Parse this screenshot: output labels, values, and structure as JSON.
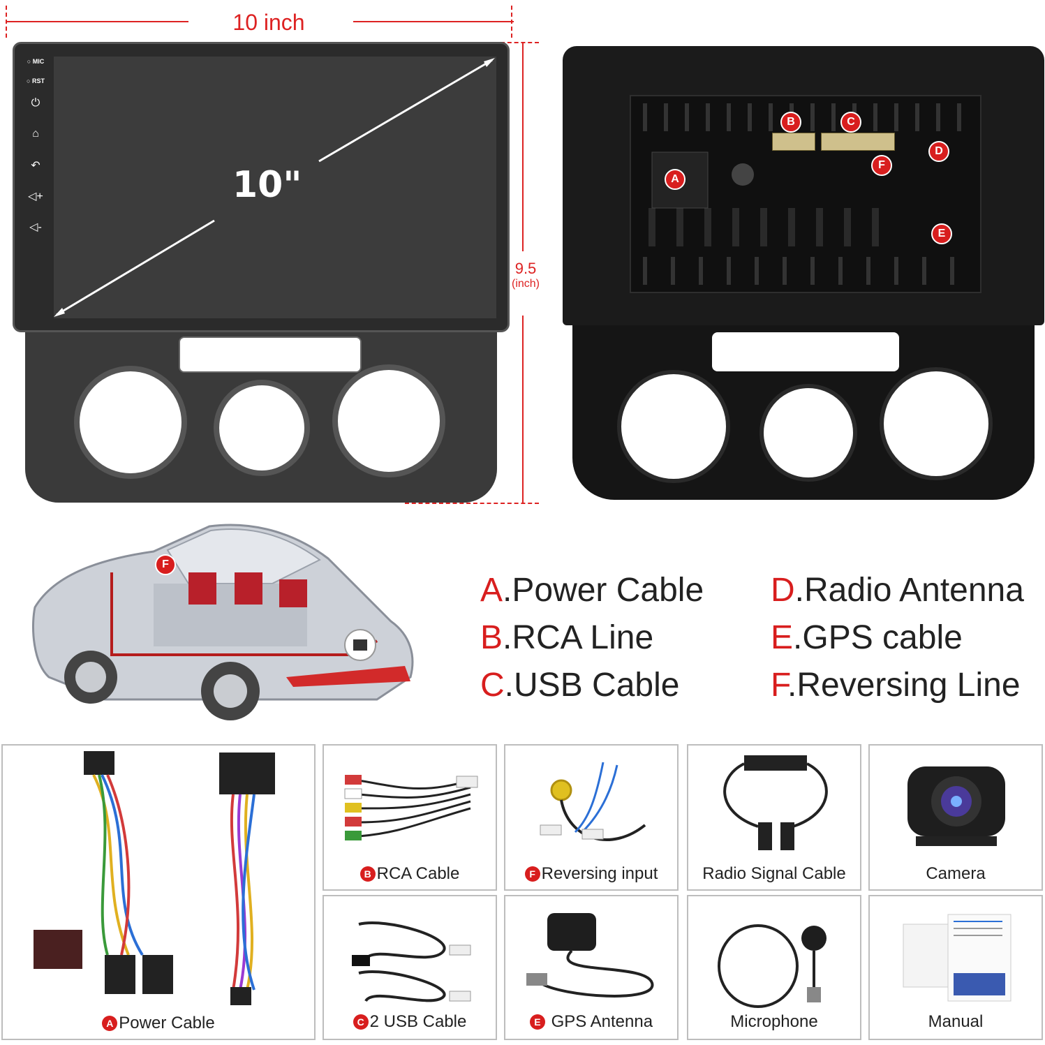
{
  "dimensions": {
    "width_label": "10 inch",
    "height_value": "9.5",
    "height_unit": "(inch)",
    "screen_size_label": "10\""
  },
  "front_buttons": {
    "mic": "MIC",
    "rst": "RST",
    "power_icon": "power-icon",
    "home_icon": "home-icon",
    "back_icon": "back-icon",
    "vol_up_icon": "volume-up-icon",
    "vol_down_icon": "volume-down-icon"
  },
  "back_badges": {
    "a": "A",
    "b": "B",
    "c": "C",
    "d": "D",
    "e": "E",
    "f": "F"
  },
  "car_badge": "F",
  "legend": [
    {
      "letter": "A",
      "text": ".Power Cable"
    },
    {
      "letter": "B",
      "text": ".RCA Line"
    },
    {
      "letter": "C",
      "text": ".USB Cable"
    },
    {
      "letter": "D",
      "text": ".Radio Antenna"
    },
    {
      "letter": "E",
      "text": ".GPS cable"
    },
    {
      "letter": "F",
      "text": ".Reversing Line"
    }
  ],
  "accessories": {
    "power": {
      "badge": "A",
      "label": "Power Cable"
    },
    "rca": {
      "badge": "B",
      "label": "RCA Cable"
    },
    "reversing": {
      "badge": "F",
      "label": "Reversing input"
    },
    "radio": {
      "label": "Radio Signal Cable"
    },
    "camera": {
      "label": "Camera"
    },
    "usb": {
      "badge": "C",
      "label": "2 USB Cable"
    },
    "gps": {
      "badge": "E",
      "label": "GPS Antenna"
    },
    "mic": {
      "label": "Microphone"
    },
    "manual": {
      "label": "Manual"
    }
  },
  "colors": {
    "accent": "#d81e1e",
    "dimension_line": "#dd2222"
  }
}
